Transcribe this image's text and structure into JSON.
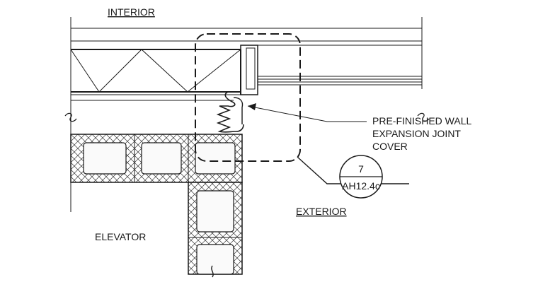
{
  "labels": {
    "interior": "INTERIOR",
    "exterior": "EXTERIOR",
    "elevator": "ELEVATOR",
    "note_line1": "PRE-FINISHED WALL",
    "note_line2": "EXPANSION JOINT",
    "note_line3": "COVER"
  },
  "detail_callout": {
    "number": "7",
    "sheet": "AH12.4c"
  }
}
